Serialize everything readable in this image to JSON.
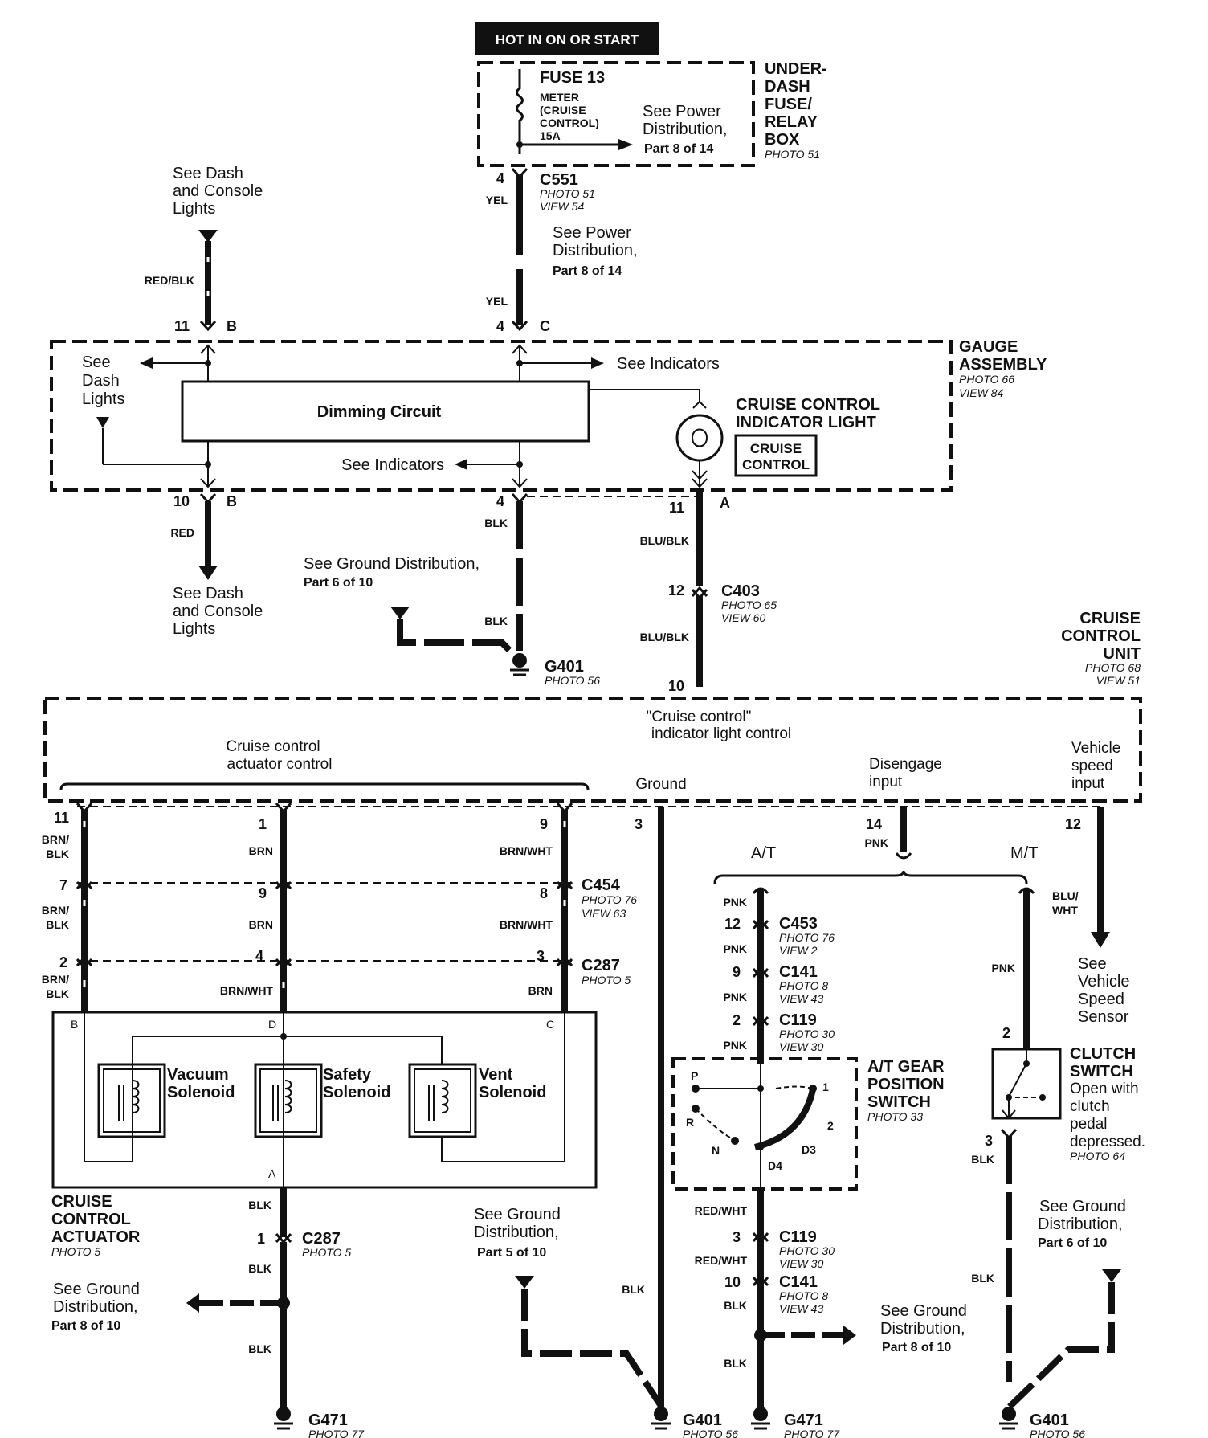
{
  "header": {
    "label": "HOT IN ON OR START"
  },
  "fuse_box": {
    "fuse": "FUSE 13",
    "fuse_desc": [
      "METER",
      "(CRUISE",
      "CONTROL)",
      "15A"
    ],
    "see_power": [
      "See Power",
      "Distribution,",
      "Part 8 of 14"
    ],
    "title": [
      "UNDER-",
      "DASH",
      "FUSE/",
      "RELAY",
      "BOX"
    ],
    "photo": "PHOTO 51"
  },
  "c551": {
    "pin": "4",
    "wire": "YEL",
    "name": "C551",
    "photo": "PHOTO 51",
    "view": "VIEW 54"
  },
  "see_power_mid": [
    "See  Power",
    "Distribution,",
    "Part 8 of 14"
  ],
  "yel2": {
    "wire": "YEL",
    "pin": "4",
    "letter": "C"
  },
  "dash_top": {
    "text": [
      "See Dash",
      "and Console",
      "Lights"
    ],
    "wire": "RED/BLK",
    "pin": "11",
    "letter": "B"
  },
  "gauge": {
    "title": [
      "GAUGE",
      "ASSEMBLY"
    ],
    "photo": "PHOTO 66",
    "view": "VIEW 84",
    "see_dash": [
      "See",
      "Dash",
      "Lights"
    ],
    "dimming": "Dimming Circuit",
    "see_indicators_top": "See Indicators",
    "see_indicators_mid": "See Indicators",
    "ccil": [
      "CRUISE CONTROL",
      "INDICATOR LIGHT"
    ],
    "badge": [
      "CRUISE",
      "CONTROL"
    ]
  },
  "dash_bottom": {
    "pin": "10",
    "letter": "B",
    "wire": "RED",
    "text": [
      "See Dash",
      "and Console",
      "Lights"
    ]
  },
  "blk_mid": {
    "pin": "4",
    "wire": "BLK",
    "see_ground": "See Ground Distribution,",
    "part": "Part 6 of 10",
    "wire2": "BLK",
    "ground": "G401",
    "photo": "PHOTO 56"
  },
  "blu": {
    "pin_top": "11",
    "letter": "A",
    "wire": "BLU/BLK",
    "c403_pin": "12",
    "c403": "C403",
    "photo": "PHOTO 65",
    "view": "VIEW 60",
    "wire2": "BLU/BLK",
    "pin_bottom": "10"
  },
  "ccu": {
    "title": [
      "CRUISE",
      "CONTROL",
      "UNIT"
    ],
    "photo": "PHOTO 68",
    "view": "VIEW 51",
    "indicator": [
      "\"Cruise control\"",
      "indicator light control"
    ],
    "actuator": [
      "Cruise control",
      "actuator control"
    ],
    "ground": "Ground",
    "disengage": [
      "Disengage",
      "input"
    ],
    "vss": [
      "Vehicle",
      "speed",
      "input"
    ]
  },
  "left_wires": {
    "p11": "11",
    "w1": [
      "BRN/",
      "BLK"
    ],
    "p7": "7",
    "w2": [
      "BRN/",
      "BLK"
    ],
    "p2": "2",
    "w3": [
      "BRN/",
      "BLK"
    ],
    "b": "B",
    "p1": "1",
    "m1": "BRN",
    "p9": "9",
    "m2": "BRN",
    "p4": "4",
    "m3": "BRN/WHT",
    "d": "D",
    "p9r": "9",
    "r1": "BRN/WHT",
    "p8": "8",
    "r2": "BRN/WHT",
    "p3": "3",
    "r3": "BRN",
    "c": "C"
  },
  "c454": {
    "name": "C454",
    "photo": "PHOTO 76",
    "view": "VIEW 63"
  },
  "c287a": {
    "name": "C287",
    "photo": "PHOTO 5"
  },
  "solenoids": {
    "vacuum": [
      "Vacuum",
      "Solenoid"
    ],
    "safety": [
      "Safety",
      "Solenoid"
    ],
    "vent": [
      "Vent",
      "Solenoid"
    ],
    "a": "A"
  },
  "actuator": {
    "title": [
      "CRUISE",
      "CONTROL",
      "ACTUATOR"
    ],
    "photo": "PHOTO 5"
  },
  "actuator_ground": {
    "wire1": "BLK",
    "pin": "1",
    "c287": "C287",
    "photo": "PHOTO 5",
    "wire2": "BLK",
    "see": [
      "See Ground",
      "Distribution,",
      "Part 8 of 10"
    ],
    "wire3": "BLK",
    "ground": "G471",
    "gphoto": "PHOTO 77"
  },
  "ground3": {
    "pin": "3",
    "see": [
      "See Ground",
      "Distribution,",
      "Part 5 of 10"
    ],
    "wire": "BLK",
    "ground": "G401",
    "photo": "PHOTO 56"
  },
  "pnk": {
    "pin": "14",
    "wire": "PNK",
    "at": "A/T",
    "mt": "M/T"
  },
  "at_chain": {
    "w1": "PNK",
    "p12": "12",
    "c453": "C453",
    "c453p": "PHOTO 76",
    "c453v": "VIEW 2",
    "w2": "PNK",
    "p9": "9",
    "c141": "C141",
    "c141p": "PHOTO 8",
    "c141v": "VIEW 43",
    "w3": "PNK",
    "p2": "2",
    "c119": "C119",
    "c119p": "PHOTO 30",
    "c119v": "VIEW 30",
    "w4": "PNK"
  },
  "at_switch": {
    "title": [
      "A/T GEAR",
      "POSITION",
      "SWITCH"
    ],
    "photo": "PHOTO 33",
    "p": "P",
    "r": "R",
    "n": "N",
    "d4": "D4",
    "d3": "D3",
    "one": "1",
    "two": "2"
  },
  "at_bottom": {
    "w1": "RED/WHT",
    "p3": "3",
    "c119": "C119",
    "c119p": "PHOTO 30",
    "c119v": "VIEW 30",
    "w2": "RED/WHT",
    "p10": "10",
    "c141": "C141",
    "c141p": "PHOTO 8",
    "c141v": "VIEW 43",
    "w3": "BLK",
    "see": [
      "See Ground",
      "Distribution,",
      "Part 8 of 10"
    ],
    "w4": "BLK",
    "ground": "G471",
    "photo": "PHOTO 77"
  },
  "mt_chain": {
    "w1": [
      "BLU/",
      "WHT"
    ],
    "w2": "PNK",
    "p2": "2",
    "clutch": [
      "CLUTCH",
      "SWITCH"
    ],
    "desc": [
      "Open with",
      "clutch",
      "pedal",
      "depressed."
    ],
    "photo": "PHOTO 64",
    "p3": "3",
    "w3": "BLK",
    "see": [
      "See Ground",
      "Distribution,",
      "Part 6 of 10"
    ],
    "w4": "BLK",
    "ground": "G401",
    "gphoto": "PHOTO 56"
  },
  "vss": {
    "pin": "12",
    "text": [
      "See",
      "Vehicle",
      "Speed",
      "Sensor"
    ]
  }
}
